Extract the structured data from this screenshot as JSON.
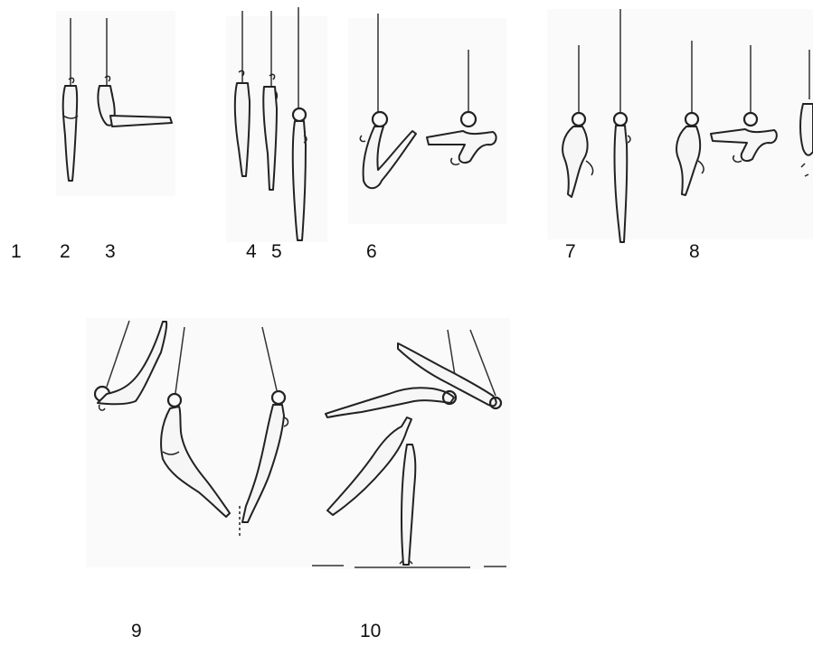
{
  "frames": [
    {
      "id": 1,
      "label": "1"
    },
    {
      "id": 2,
      "label": "2"
    },
    {
      "id": 3,
      "label": "3"
    },
    {
      "id": 4,
      "label": "4"
    },
    {
      "id": 5,
      "label": "5"
    },
    {
      "id": 6,
      "label": "6"
    },
    {
      "id": 7,
      "label": "7"
    },
    {
      "id": 8,
      "label": "8"
    },
    {
      "id": 9,
      "label": "9"
    },
    {
      "id": 10,
      "label": "10"
    }
  ]
}
